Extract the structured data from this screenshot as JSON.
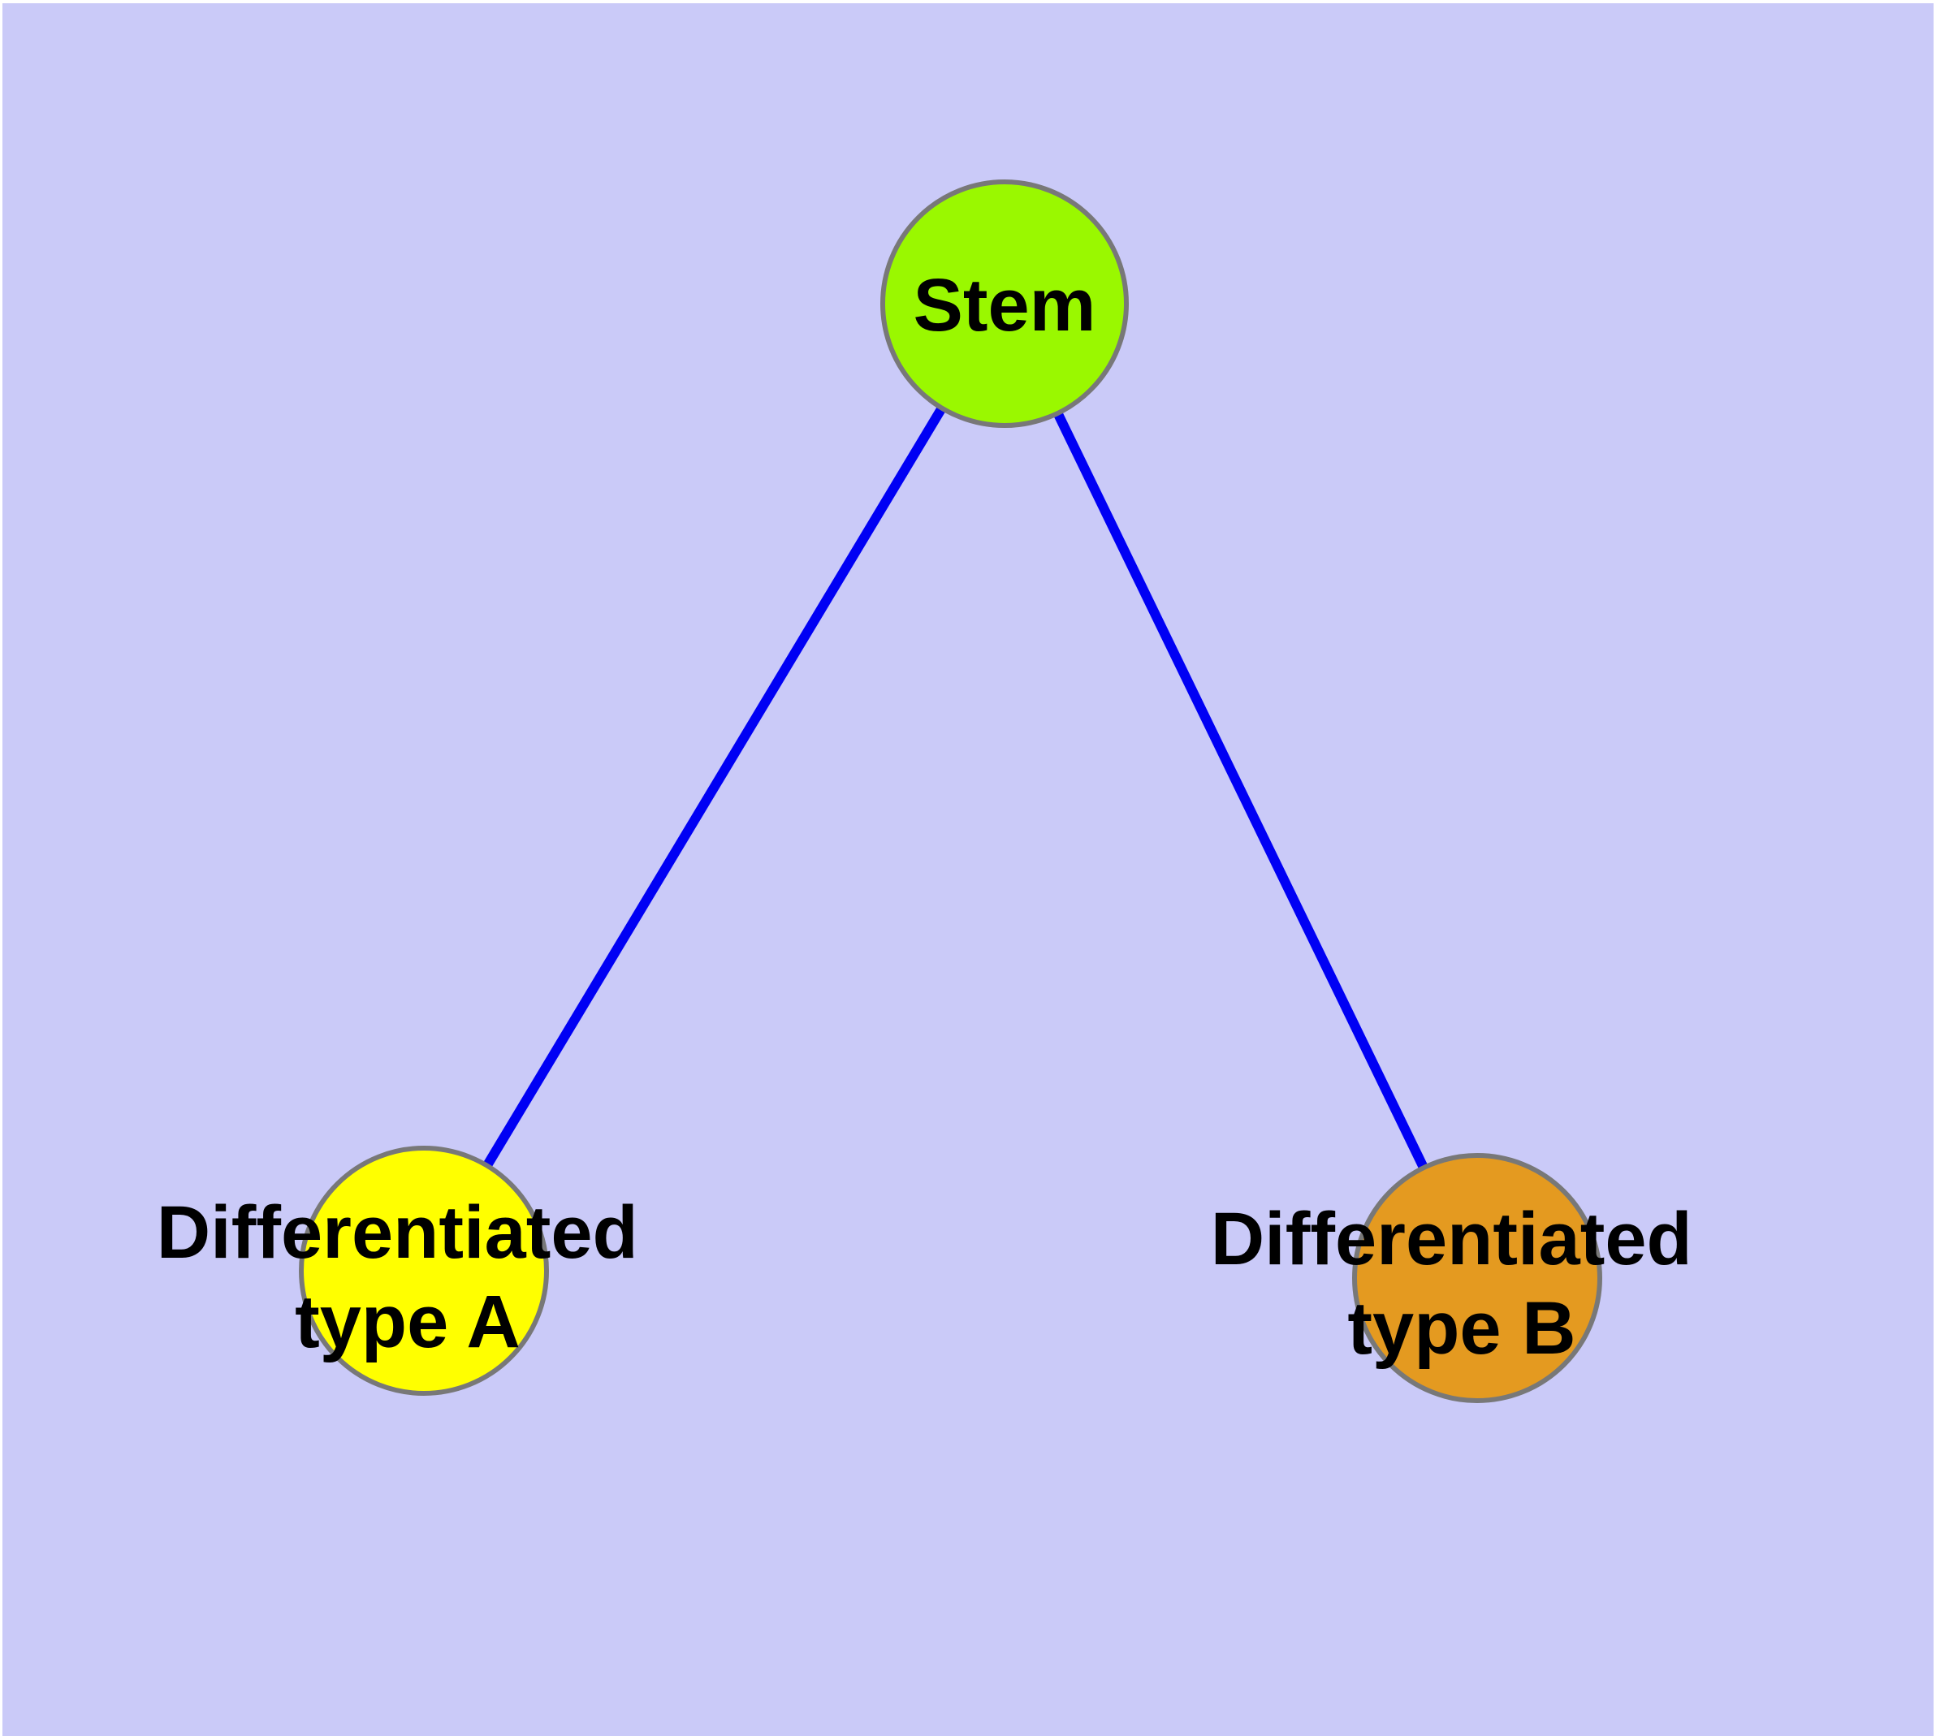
{
  "canvas": {
    "background_color": "#cacaf8",
    "frame_color": "#ffffff"
  },
  "nodes": [
    {
      "id": "stem",
      "label": "Stem",
      "label_lines": [
        "Stem"
      ],
      "fill_color": "#9af800",
      "border_color": "#787878"
    },
    {
      "id": "differentiated-type-a",
      "label": "Differentiated type A",
      "label_lines": [
        "Differentiated",
        "type A"
      ],
      "fill_color": "#ffff00",
      "border_color": "#787878"
    },
    {
      "id": "differentiated-type-b",
      "label": "Differentiated type B",
      "label_lines": [
        "Differentiated",
        "type B"
      ],
      "fill_color": "#e49a20",
      "border_color": "#787878"
    }
  ],
  "edges": [
    {
      "id": "stem-to-differentiated-type-a",
      "from": "stem",
      "to": "differentiated-type-a",
      "color": "#0000f4"
    },
    {
      "id": "stem-to-differentiated-type-b",
      "from": "stem",
      "to": "differentiated-type-b",
      "color": "#0000f4"
    }
  ]
}
